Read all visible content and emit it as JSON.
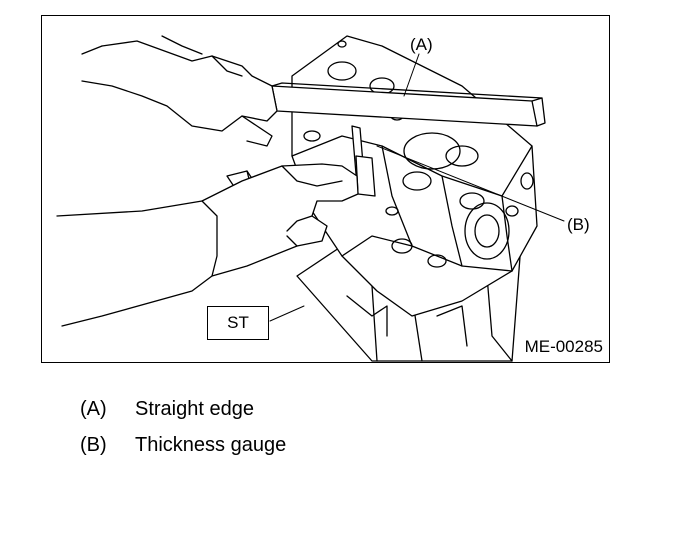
{
  "figure": {
    "callout_a": "(A)",
    "callout_b": "(B)",
    "st_label": "ST",
    "figure_code": "ME-00285"
  },
  "legend": [
    {
      "key": "(A)",
      "text": "Straight edge"
    },
    {
      "key": "(B)",
      "text": "Thickness gauge"
    }
  ]
}
